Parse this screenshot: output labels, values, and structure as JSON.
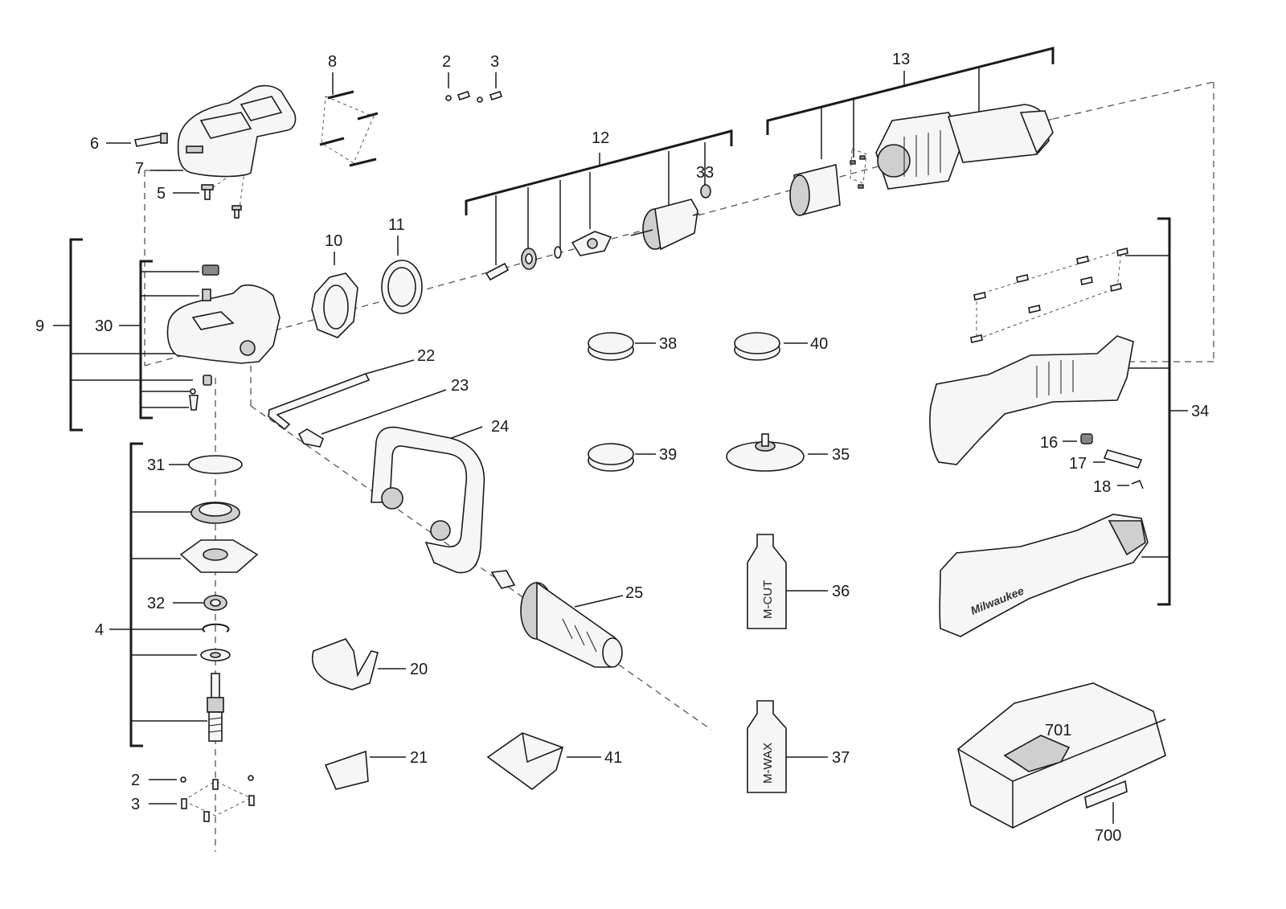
{
  "labels": {
    "l2a": "2",
    "l3a": "3",
    "l8": "8",
    "l13": "13",
    "l12": "12",
    "l33": "33",
    "l6": "6",
    "l7": "7",
    "l5": "5",
    "l10": "10",
    "l11": "11",
    "l9": "9",
    "l30": "30",
    "l22": "22",
    "l23": "23",
    "l24": "24",
    "l38": "38",
    "l40": "40",
    "l39": "39",
    "l35": "35",
    "l34": "34",
    "l16": "16",
    "l17": "17",
    "l18": "18",
    "l31": "31",
    "l32": "32",
    "l4": "4",
    "l25": "25",
    "l36": "36",
    "l20": "20",
    "l37": "37",
    "l21": "21",
    "l41": "41",
    "l2b": "2",
    "l3b": "3",
    "l701": "701",
    "l700": "700"
  },
  "bottle_labels": {
    "mcut": "M-CUT",
    "mwax": "M-WAX"
  },
  "brand_text": "Milwaukee",
  "colors": {
    "line": "#1a1a1a",
    "background": "#ffffff"
  }
}
